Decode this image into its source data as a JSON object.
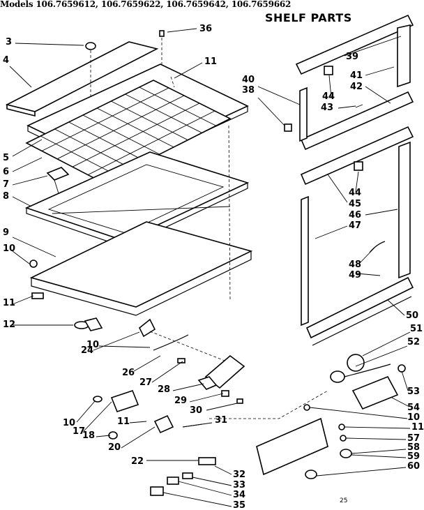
{
  "header": {
    "models_line": "Models 106.7659612, 106.7659622, 106.7659642, 106.7659662",
    "section_title": "SHELF PARTS",
    "page_mark": "25"
  },
  "diagram": {
    "ref_numbers": [
      "3",
      "36",
      "4",
      "11",
      "5",
      "6",
      "7",
      "8",
      "9",
      "10",
      "11",
      "12",
      "40",
      "38",
      "39",
      "41",
      "42",
      "44",
      "43",
      "44",
      "45",
      "46",
      "47",
      "48",
      "49",
      "50",
      "51",
      "52",
      "53",
      "54",
      "24",
      "10",
      "26",
      "27",
      "28",
      "29",
      "30",
      "31",
      "10",
      "17",
      "18",
      "11",
      "20",
      "22",
      "32",
      "33",
      "34",
      "35",
      "10",
      "11",
      "57",
      "58",
      "59",
      "60"
    ]
  }
}
